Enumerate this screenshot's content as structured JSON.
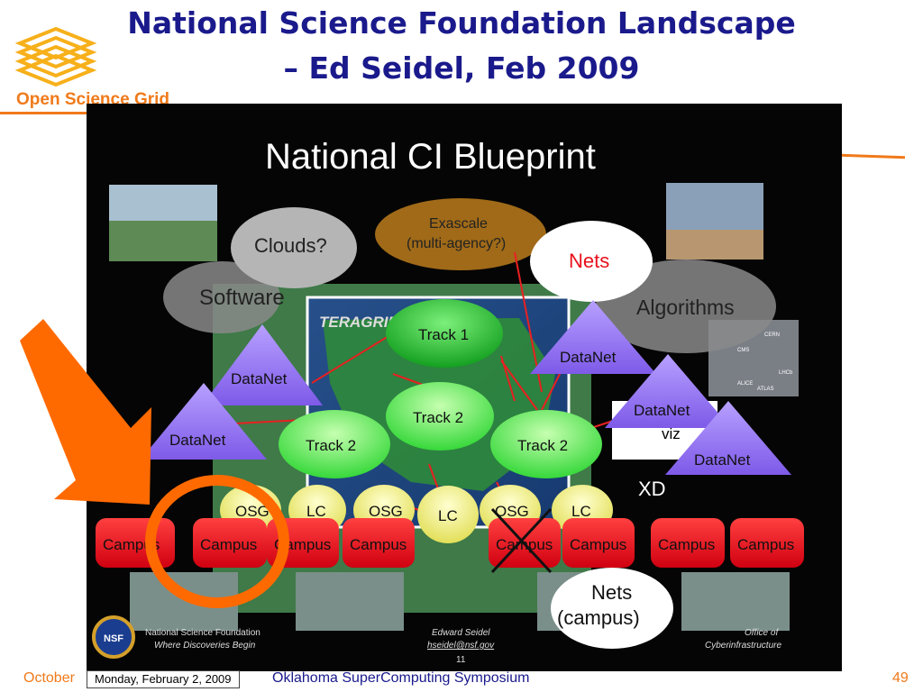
{
  "header": {
    "title_line1": "National Science Foundation Landscape",
    "title_line2": "– Ed Seidel, Feb 2009",
    "logo_text": "Open Science Grid"
  },
  "slide": {
    "heading": "National CI Blueprint",
    "teragrid_label": "TERAGRID",
    "xd_label": "XD",
    "viz_label": "viz",
    "bubbles": {
      "clouds": "Clouds?",
      "software": "Software",
      "exascale_line1": "Exascale",
      "exascale_line2": "(multi-agency?)",
      "nets": "Nets",
      "algorithms": "Algorithms",
      "nets_campus_line1": "Nets",
      "nets_campus_line2": "(campus)"
    },
    "tracks": {
      "track1": "Track 1",
      "track2_center": "Track 2",
      "track2_left": "Track 2",
      "track2_right": "Track 2"
    },
    "datanets": [
      "DataNet",
      "DataNet",
      "DataNet",
      "DataNet",
      "DataNet"
    ],
    "circles": [
      "OSG",
      "LC",
      "OSG",
      "LC",
      "OSG",
      "LC"
    ],
    "campuses": [
      "Campus",
      "Campus",
      "Campus",
      "Campus",
      "Campus",
      "Campus",
      "Campus",
      "Campus"
    ],
    "footer_left_line1": "National Science Foundation",
    "footer_left_line2": "Where Discoveries Begin",
    "footer_mid_line1": "Edward Seidel",
    "footer_mid_line2": "hseidel@nsf.gov",
    "footer_mid_page": "11",
    "footer_right_line1": "Office of",
    "footer_right_line2": "Cyberinfrastructure",
    "nsf_badge": "NSF",
    "photo_labels": [
      "CERN",
      "CMS",
      "LHCb",
      "ALICE",
      "ATLAS"
    ]
  },
  "footer": {
    "date_fragment": "October",
    "date_box": "Monday, February 2, 2009",
    "center": "Oklahoma SuperComputing Symposium",
    "page": "49"
  },
  "colors": {
    "title": "#1a1a8c",
    "osg_orange": "#f07a1a",
    "campus_red": "#e8101a",
    "track_green": "#2fc83a",
    "datanet_purple": "#9a7cf0",
    "osg_yellow": "#f3f07a",
    "arrow_orange": "#ff6a00"
  },
  "icons": [
    "osg-logo-icon",
    "nsf-seal-icon",
    "arrow-icon",
    "highlight-circle-icon"
  ]
}
